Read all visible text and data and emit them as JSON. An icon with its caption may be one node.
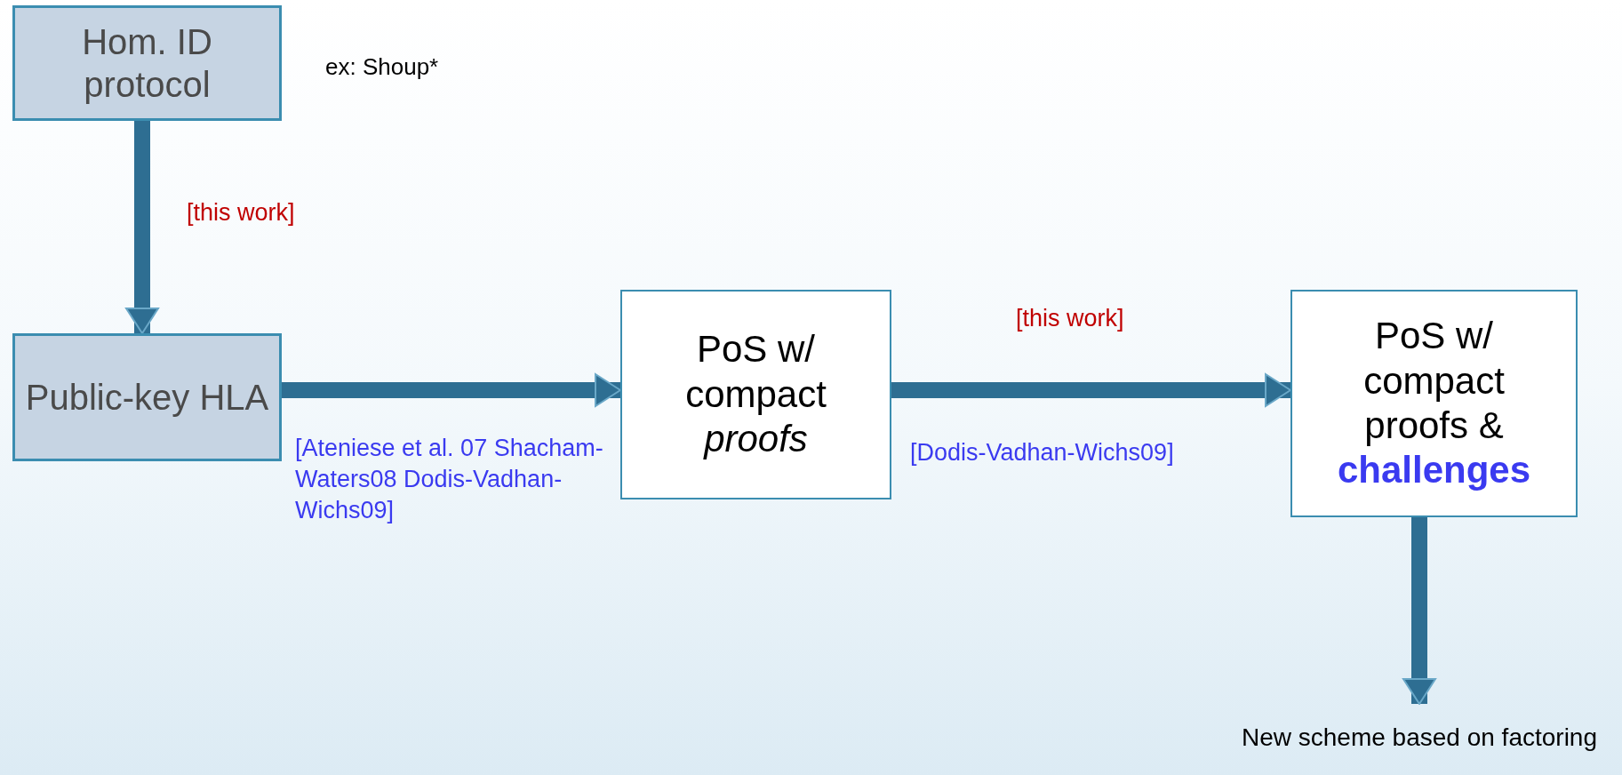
{
  "diagram": {
    "nodes": [
      {
        "text": [
          "Hom. ID protocol"
        ],
        "beside": [
          "ex: Shoup*"
        ]
      },
      {
        "text": [
          "Public-key HLA"
        ]
      },
      {
        "text": [
          "PoS w/ compact *proofs*"
        ]
      },
      {
        "text": [
          "PoS w/ compact proofs & **challenges**"
        ]
      },
      {
        "text": [
          "New scheme based on factoring"
        ]
      }
    ],
    "edges": [
      {
        "from": 0,
        "to": 1,
        "arrow": "to",
        "label": "[this work]"
      },
      {
        "from": 1,
        "to": 2,
        "arrow": "to",
        "label": "[Ateniese et al. 07 Shacham-Waters08 Dodis-Vadhan-Wichs09]"
      },
      {
        "from": 2,
        "to": 3,
        "arrow": "to",
        "label": "[this work]"
      },
      {
        "from": 3,
        "to": 4,
        "arrow": "to"
      }
    ],
    "labels": [
      "[Dodis-Vadhan-Wichs09]"
    ]
  }
}
